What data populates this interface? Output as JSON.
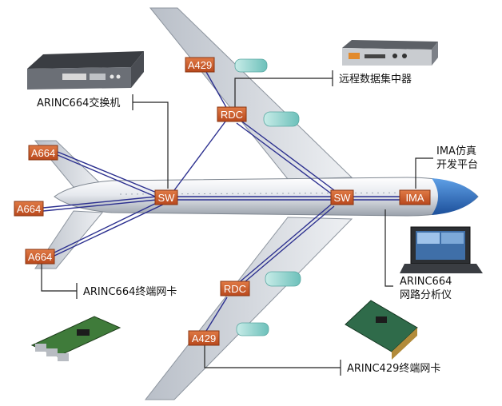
{
  "nodes": {
    "a429_top": "A429",
    "rdc_top": "RDC",
    "a664_left_top": "A664",
    "a664_left_mid": "A664",
    "a664_left_bot": "A664",
    "sw_left": "SW",
    "sw_right": "SW",
    "ima": "IMA",
    "rdc_bottom": "RDC",
    "a429_bottom": "A429"
  },
  "labels": {
    "remote_data_concentrator": "远程数据集中器",
    "arinc664_switch": "ARINC664交换机",
    "ima_platform_line1": "IMA仿真",
    "ima_platform_line2": "开发平台",
    "arinc664_end_card": "ARINC664终端网卡",
    "arinc664_analyzer_line1": "ARINC664",
    "arinc664_analyzer_line2": "网路分析仪",
    "arinc429_end_card": "ARINC429终端网卡"
  },
  "colors": {
    "node_fill": "#c8582a",
    "link_line": "#2b2f8f",
    "aircraft_body": "#d9dde2",
    "nose_blue": "#2f6fc0",
    "engine_teal": "#8fd3cf"
  }
}
